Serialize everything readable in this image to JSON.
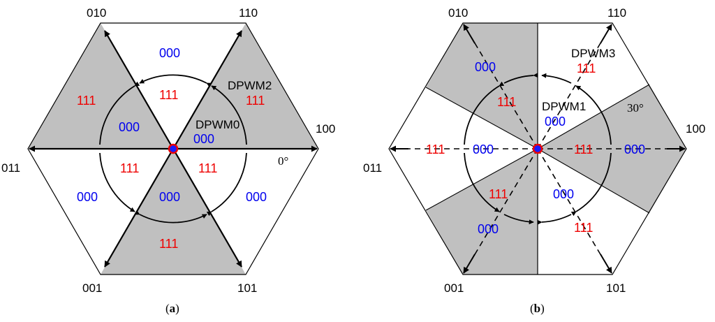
{
  "panel_a": {
    "vectors": {
      "v010": "010",
      "v110": "110",
      "v100": "100",
      "v011": "011",
      "v001": "001",
      "v101": "101"
    },
    "codes": {
      "top_000": "000",
      "c1_111": "111",
      "ul_111": "111",
      "l_000": "000",
      "dpwm0": "DPWM0",
      "dpwm0_000": "000",
      "dpwm2": "DPWM2",
      "ur_111": "111",
      "ll_111": "111",
      "lr_111": "111",
      "angle": "0°",
      "lo_left_000": "000",
      "bottom_000": "000",
      "lo_right_000": "000",
      "bottom_111": "111"
    },
    "caption_letter": "a"
  },
  "panel_b": {
    "vectors": {
      "v010": "010",
      "v110": "110",
      "v100": "100",
      "v011": "011",
      "v001": "001",
      "v101": "101"
    },
    "codes": {
      "ul_000": "000",
      "ul_111": "111",
      "dpwm3": "DPWM3",
      "ur_111": "111",
      "dpwm1": "DPWM1",
      "r_000a": "000",
      "angle": "30°",
      "left_111": "111",
      "left_000": "000",
      "right_111": "111",
      "right_000": "000",
      "ll_111": "111",
      "ll_000": "000",
      "lr_000": "000",
      "lr_111": "111"
    },
    "caption_letter": "b"
  },
  "colors": {
    "shade": "#c0c0c0",
    "blue": "#0000ee",
    "red": "#ee0000",
    "origin_ring": "#ee0000",
    "origin_dot": "#1a1aff"
  }
}
